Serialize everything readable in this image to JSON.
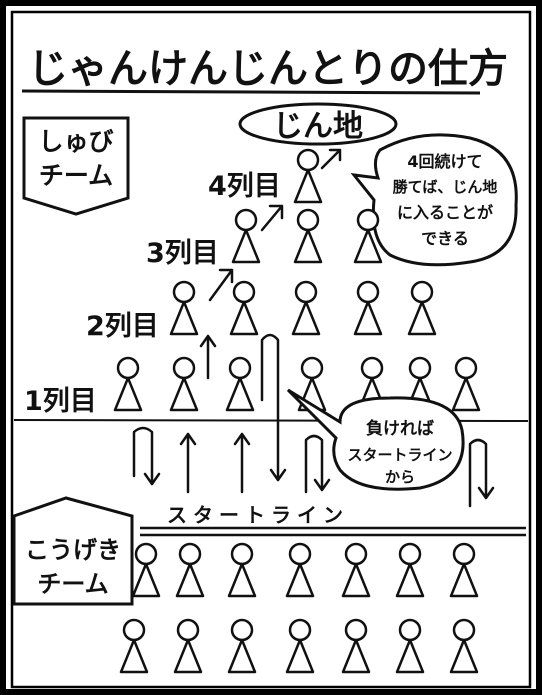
{
  "title": "じゃんけんじんとりの仕方",
  "base_label": "じん地",
  "defense_team_label": [
    "しゅび",
    "チーム"
  ],
  "attack_team_label": [
    "こうげき",
    "チーム"
  ],
  "row_labels": [
    "1列目",
    "2列目",
    "3列目",
    "4列目"
  ],
  "start_line_label": "スタートライン",
  "win_note": [
    "4回続けて",
    "勝てば、じん地",
    "に入ることが",
    "できる"
  ],
  "lose_note": [
    "負ければ",
    "スタートライン",
    "から"
  ],
  "colors": {
    "ink": "#111111",
    "paper": "#ffffff",
    "frame": "#000000"
  }
}
